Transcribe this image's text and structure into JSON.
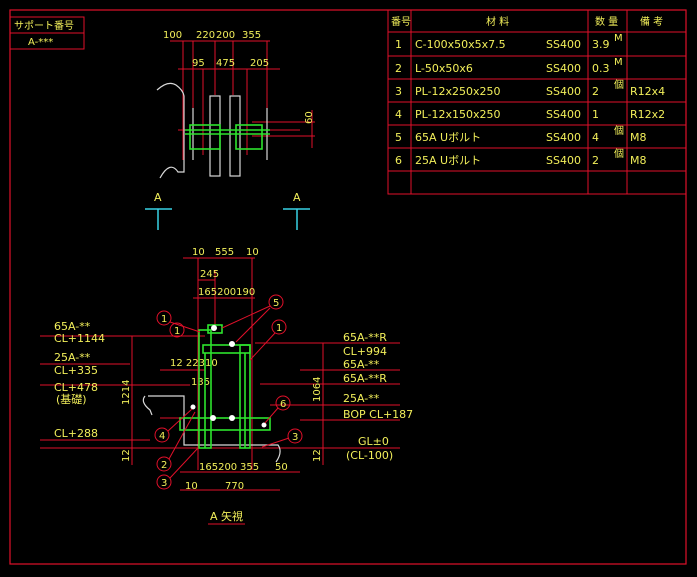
{
  "drawing": {
    "support_no_label": "サポート番号",
    "support_no_value": "A-***",
    "view_label": "A 矢視",
    "section_mark_left": "A",
    "section_mark_right": "A"
  },
  "bom_table": {
    "headers": [
      "番号",
      "材 料",
      "数 量",
      "備 考"
    ],
    "rows": [
      {
        "no": "1",
        "material": "C-100x50x5x7.5",
        "grade": "SS400",
        "qty": "3.9",
        "unit": "M",
        "note": ""
      },
      {
        "no": "2",
        "material": "L-50x50x6",
        "grade": "SS400",
        "qty": "0.3",
        "unit": "M",
        "note": ""
      },
      {
        "no": "3",
        "material": "PL-12x250x250",
        "grade": "SS400",
        "qty": "2",
        "unit": "個",
        "note": "R12x4"
      },
      {
        "no": "4",
        "material": "PL-12x150x250",
        "grade": "SS400",
        "qty": "1",
        "unit": "",
        "note": "R12x2"
      },
      {
        "no": "5",
        "material": "65A Uボルト",
        "grade": "SS400",
        "qty": "4",
        "unit": "個",
        "note": "M8"
      },
      {
        "no": "6",
        "material": "25A Uボルト",
        "grade": "SS400",
        "qty": "2",
        "unit": "個",
        "note": "M8"
      },
      {
        "no": "",
        "material": "",
        "grade": "",
        "qty": "",
        "unit": "",
        "note": ""
      }
    ]
  },
  "plan_view": {
    "dims_top": [
      "100",
      "220",
      "200",
      "355"
    ],
    "dims_second": [
      "95",
      "475",
      "205"
    ],
    "dim_right": "60"
  },
  "elevation_view": {
    "dims_top": [
      "10",
      "555",
      "10"
    ],
    "dim_245": "245",
    "dims_third": "165200190",
    "dims_inner": "12 22310",
    "dim_135": "135",
    "dim_left_1214": "1214",
    "dim_left_12": "12",
    "dim_right_1064": "1064",
    "dim_right_12": "12",
    "dims_bottom1": [
      "165200",
      "355",
      "50"
    ],
    "dims_bottom2": [
      "10",
      "770"
    ],
    "left_labels": [
      "65A-**",
      "CL+1144",
      "25A-**",
      "CL+335",
      "CL+478",
      "(基礎)",
      "CL+288"
    ],
    "right_labels": [
      "65A-**R",
      "CL+994",
      "65A-**",
      "65A-**R",
      "25A-**",
      "BOP CL+187",
      "GL±0",
      "(CL-100)"
    ],
    "balloons": [
      "1",
      "1",
      "5",
      "1",
      "6",
      "4",
      "3",
      "2",
      "3"
    ]
  }
}
